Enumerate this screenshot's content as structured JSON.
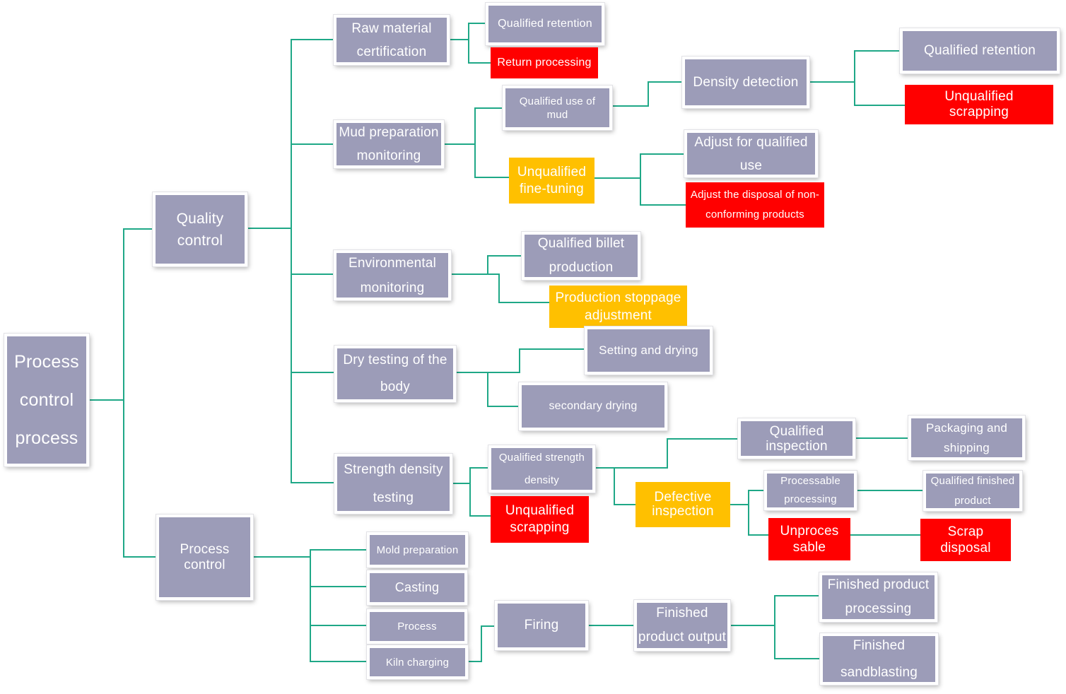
{
  "colors": {
    "connector": "#1fa887",
    "node_fill": "#9c9cb8",
    "unqualified": "#ff0000",
    "warning": "#ffc000",
    "text": "#ffffff"
  },
  "nodes": {
    "process_control_process": "Process\ncontrol\nprocess",
    "quality_control": "Quality\ncontrol",
    "process_control": "Process control",
    "raw_material_certification": "Raw material\ncertification",
    "mud_preparation_monitoring": "Mud preparation\nmonitoring",
    "environmental_monitoring": "Environmental\nmonitoring",
    "dry_testing": "Dry testing of the\nbody",
    "strength_density_testing": "Strength density\ntesting",
    "raw_qualified_retention": "Qualified retention",
    "return_processing": "Return processing",
    "qualified_use_of_mud": "Qualified use of\nmud",
    "density_detection": "Density detection",
    "density_qualified_retention": "Qualified retention",
    "density_unqualified_scrapping": "Unqualified\nscrapping",
    "unqualified_fine_tuning": "Unqualified\nfine-tuning",
    "adjust_for_qualified_use": "Adjust for qualified\nuse",
    "adjust_disposal_nonconforming": "Adjust the disposal of non-\nconforming products",
    "qualified_billet_production": "Qualified billet\nproduction",
    "production_stoppage_adjustment": "Production stoppage\nadjustment",
    "setting_and_drying": "Setting and drying",
    "secondary_drying": "secondary drying",
    "qualified_strength_density": "Qualified strength\ndensity",
    "strength_unqualified_scrapping": "Unqualified\nscrapping",
    "qualified_inspection": "Qualified\ninspection",
    "packaging_and_shipping": "Packaging and\nshipping",
    "defective_inspection": "Defective\ninspection",
    "processable_processing": "Processable\nprocessing",
    "qualified_finished_product": "Qualified finished\nproduct",
    "unprocessable": "Unproces\nsable",
    "scrap_disposal": "Scrap\ndisposal",
    "mold_preparation": "Mold preparation",
    "casting": "Casting",
    "process": "Process",
    "kiln_charging": "Kiln charging",
    "firing": "Firing",
    "finished_product_output": "Finished\nproduct output",
    "finished_product_processing": "Finished product\nprocessing",
    "finished_sandblasting": "Finished\nsandblasting"
  }
}
